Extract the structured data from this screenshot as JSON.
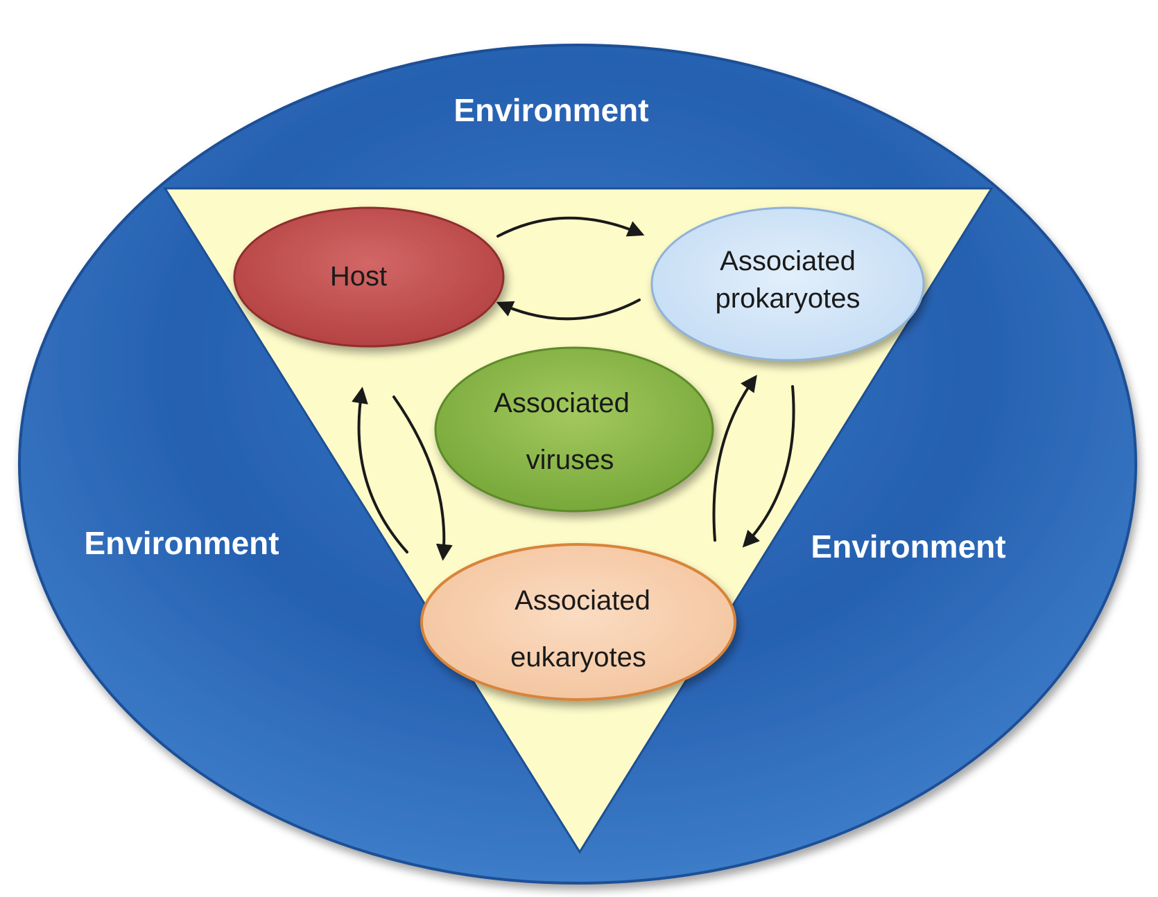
{
  "diagram": {
    "environment": {
      "top_label": "Environment",
      "left_label": "Environment",
      "right_label": "Environment"
    },
    "nodes": {
      "host": {
        "lines": [
          "Host"
        ]
      },
      "prokaryotes": {
        "lines": [
          "Associated",
          "prokaryotes"
        ]
      },
      "viruses": {
        "lines": [
          "Associated",
          "viruses"
        ]
      },
      "eukaryotes": {
        "lines": [
          "Associated",
          "eukaryotes"
        ]
      }
    }
  },
  "colors": {
    "environment": "#2a64b4",
    "triangle": "#fdfbc8",
    "host": "#c8504f",
    "prokaryotes": "#d6e8f8",
    "viruses": "#8cb848",
    "eukaryotes": "#f8d2b2",
    "arrow": "#1a1a1a"
  }
}
